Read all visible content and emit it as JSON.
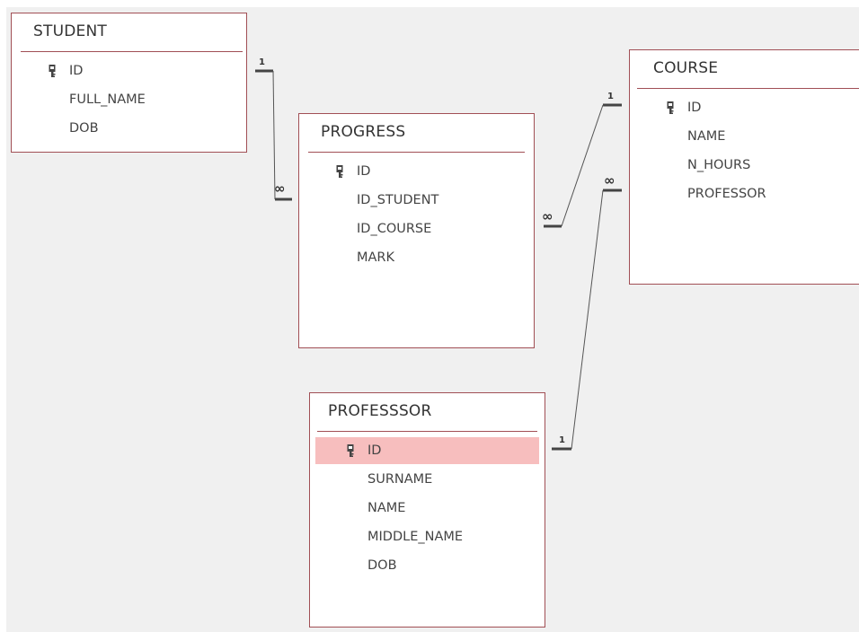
{
  "tables": {
    "student": {
      "title": "STUDENT",
      "fields": [
        "ID",
        "FULL_NAME",
        "DOB"
      ],
      "key_field": "ID"
    },
    "progress": {
      "title": "PROGRESS",
      "fields": [
        "ID",
        "ID_STUDENT",
        "ID_COURSE",
        "MARK"
      ],
      "key_field": "ID"
    },
    "course": {
      "title": "COURSE",
      "fields": [
        "ID",
        "NAME",
        "N_HOURS",
        "PROFESSOR"
      ],
      "key_field": "ID"
    },
    "professor": {
      "title": "PROFESSSOR",
      "fields": [
        "ID",
        "SURNAME",
        "NAME",
        "MIDDLE_NAME",
        "DOB"
      ],
      "key_field": "ID",
      "selected_field": "ID"
    }
  },
  "relationships": [
    {
      "from": "STUDENT.ID",
      "to": "PROGRESS.ID_STUDENT",
      "from_marker": "1",
      "to_marker": "∞"
    },
    {
      "from": "COURSE.ID",
      "to": "PROGRESS.ID_COURSE",
      "from_marker": "1",
      "to_marker": "∞"
    },
    {
      "from": "PROFESSSOR.ID",
      "to": "COURSE.PROFESSOR",
      "from_marker": "1",
      "to_marker": "∞"
    }
  ],
  "colors": {
    "table_border": "#a14f55",
    "selected_row": "#f7bebe",
    "canvas": "#f0f0f0",
    "relationship_line": "#555555"
  },
  "icons": {
    "primary_key": "key-icon"
  }
}
